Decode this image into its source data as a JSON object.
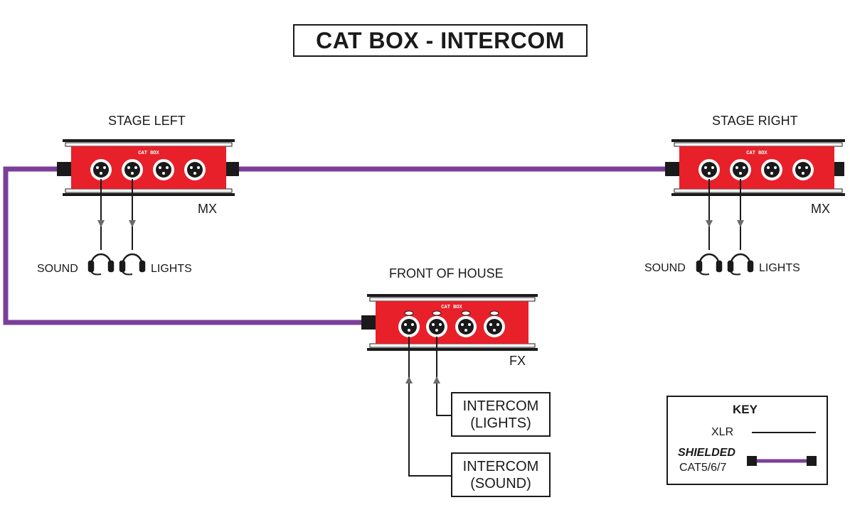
{
  "title": "CAT BOX - INTERCOM",
  "colors": {
    "box_red": "#e8202a",
    "cable_purple": "#7b3f99",
    "line_black": "#1a1a1a"
  },
  "stage_left": {
    "label": "STAGE LEFT",
    "box_brand": "CAT BOX",
    "model": "MX",
    "headsets": {
      "sound": "SOUND",
      "lights": "LIGHTS"
    }
  },
  "stage_right": {
    "label": "STAGE RIGHT",
    "box_brand": "CAT BOX",
    "model": "MX",
    "headsets": {
      "sound": "SOUND",
      "lights": "LIGHTS"
    }
  },
  "front_of_house": {
    "label": "FRONT OF HOUSE",
    "box_brand": "CAT BOX",
    "model": "FX"
  },
  "intercom_lights": {
    "line1": "INTERCOM",
    "line2": "(LIGHTS)"
  },
  "intercom_sound": {
    "line1": "INTERCOM",
    "line2": "(SOUND)"
  },
  "key": {
    "title": "KEY",
    "xlr": "XLR",
    "shielded": "SHIELDED",
    "cat": "CAT5/6/7"
  }
}
